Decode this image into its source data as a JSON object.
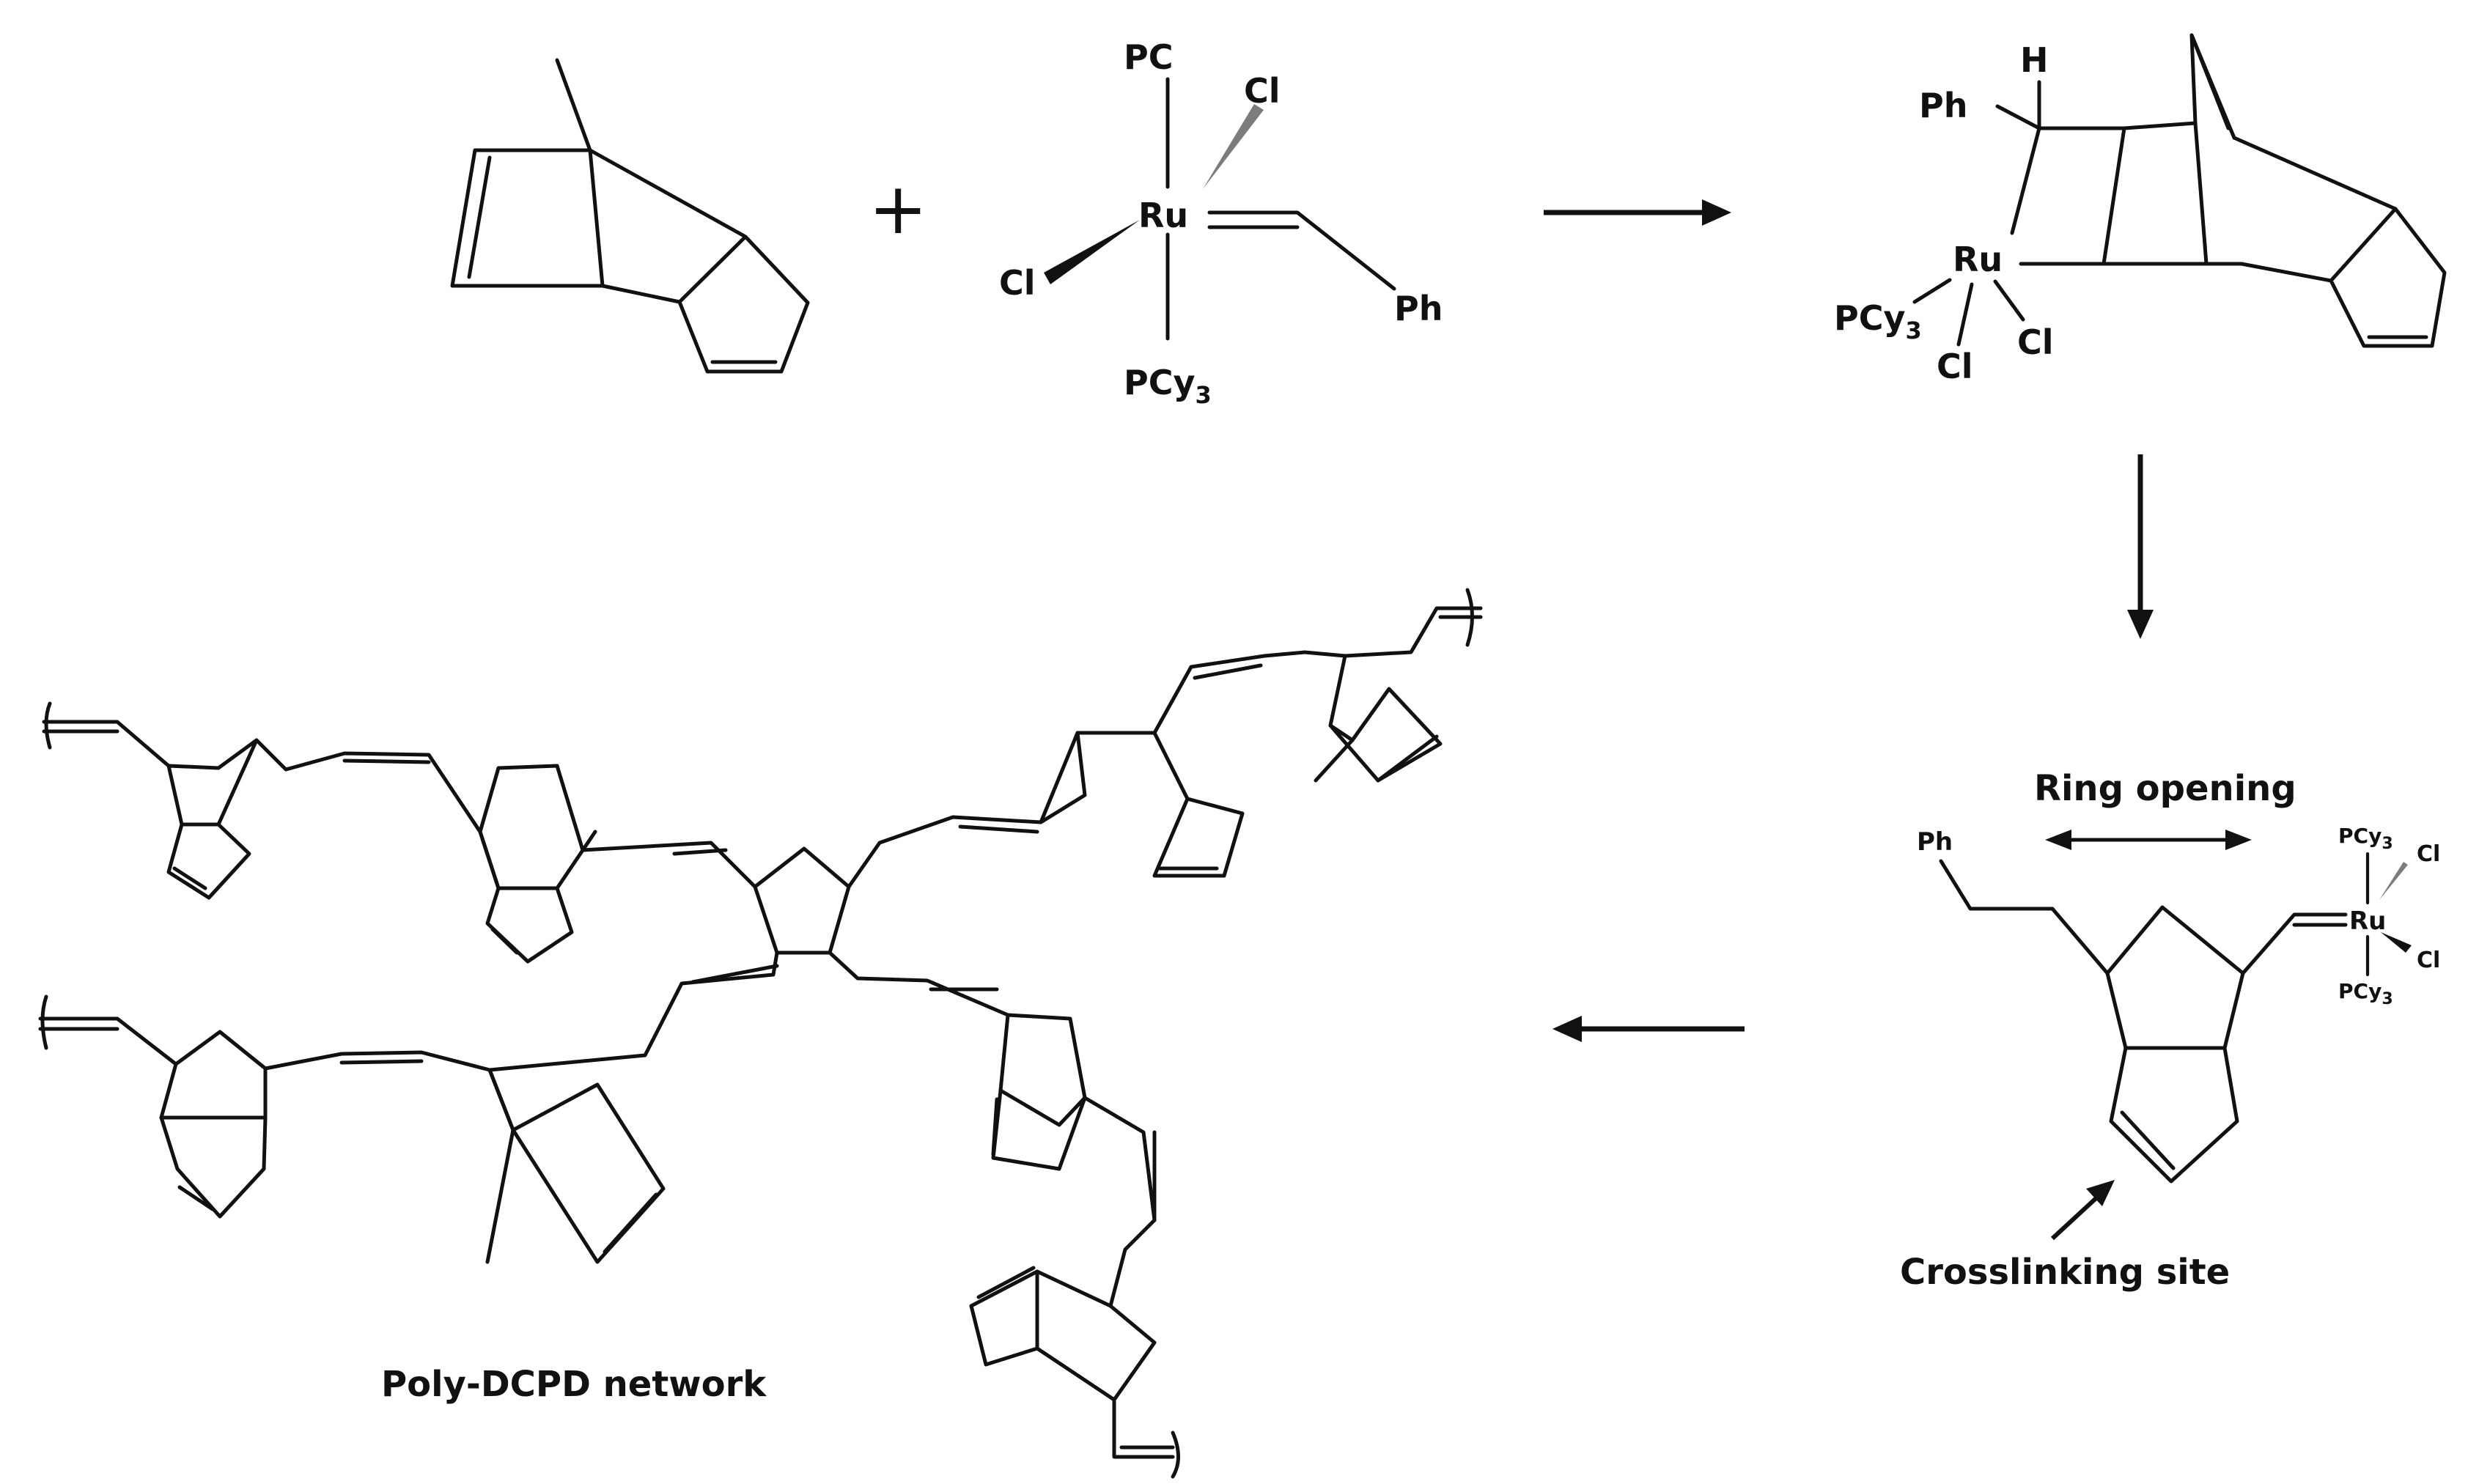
{
  "reactant_plus": "+",
  "catalyst": {
    "metal": "Ru",
    "ligand_top": "PC",
    "ligand_bottom": "PCy",
    "ligand_bottom_sub": "3",
    "chloride_a": "Cl",
    "chloride_b": "Cl",
    "carbene_substituent": "Ph"
  },
  "metallacycle": {
    "metal": "Ru",
    "hydrogen": "H",
    "phenyl": "Ph",
    "phosphine": "PCy",
    "phosphine_sub": "3",
    "chloride_a": "Cl",
    "chloride_b": "Cl"
  },
  "ring_opened": {
    "ring_opening_label": "Ring opening",
    "crosslinking_label": "Crosslinking site",
    "phenyl": "Ph",
    "metal": "Ru",
    "phosphine_top": "PCy",
    "phosphine_top_sub": "3",
    "phosphine_bottom": "PCy",
    "phosphine_bottom_sub": "3",
    "chloride_a": "Cl",
    "chloride_b": "Cl"
  },
  "product_label": "Poly-DCPD network"
}
